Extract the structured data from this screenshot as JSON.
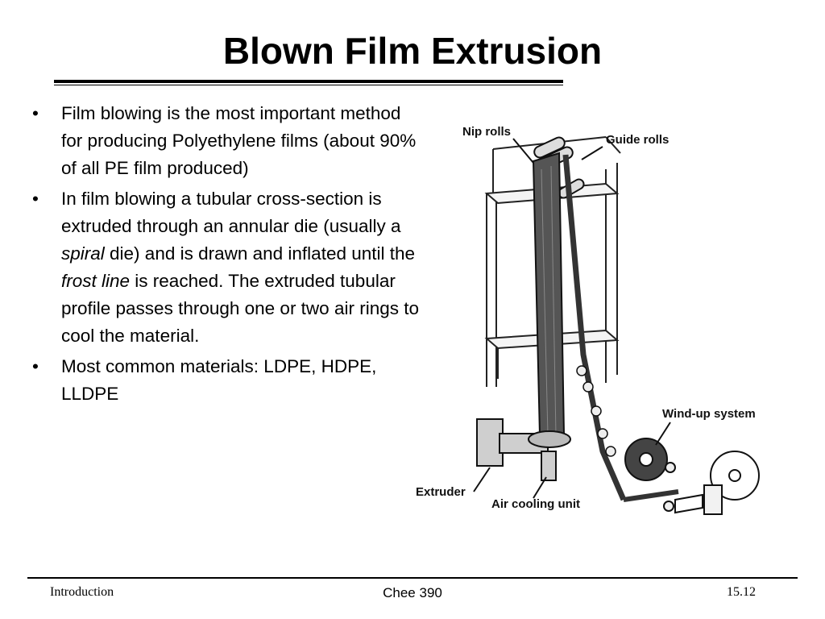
{
  "slide": {
    "title": "Blown Film Extrusion"
  },
  "bullets": [
    {
      "marker": "•",
      "text": "Film blowing is the most important method for producing Polyethylene films (about 90% of all PE film produced)"
    },
    {
      "marker": "•",
      "parts": {
        "t1": "In film blowing a tubular cross-section is extruded through an annular die (usually a ",
        "i1": "spiral",
        "t2": " die) and is drawn and inflated until the ",
        "i2": "frost line",
        "t3": " is reached. The extruded tubular profile passes through one or two air rings to cool the material."
      }
    },
    {
      "marker": "•",
      "text": "Most common materials: LDPE, HDPE, LLDPE"
    }
  ],
  "figure": {
    "labels": {
      "nip_rolls": "Nip rolls",
      "guide_rolls": "Guide rolls",
      "wind_up": "Wind-up system",
      "extruder": "Extruder",
      "air_cooling": "Air cooling unit"
    }
  },
  "footer": {
    "left": "Introduction",
    "center": "Chee 390",
    "right": "15.12"
  }
}
